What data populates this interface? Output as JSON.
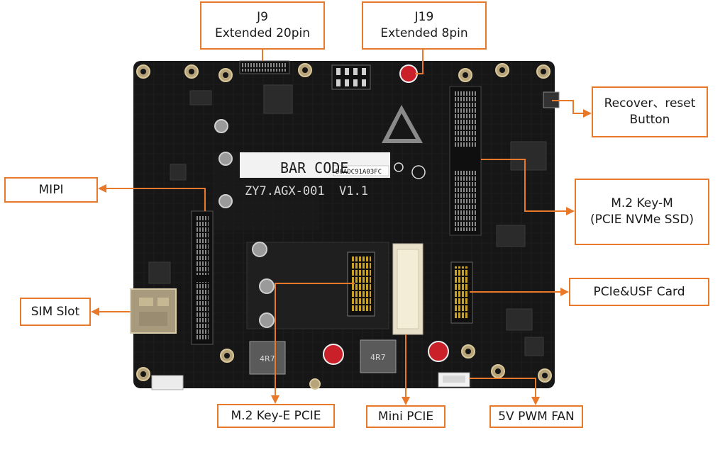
{
  "diagram": {
    "accent_color": "#e8782a",
    "board": {
      "silkscreen_title": "BAR CODE",
      "barcode_id": "D0ADC91A03FC",
      "model": "ZY7.AGX-001  V1.1",
      "inductor_label": "4R7"
    },
    "callouts": {
      "j9": {
        "line1": "J9",
        "line2": "Extended 20pin"
      },
      "j19": {
        "line1": "J19",
        "line2": "Extended 8pin"
      },
      "recover": {
        "line1": "Recover、reset",
        "line2": "Button"
      },
      "mipi": {
        "line1": "MIPI"
      },
      "m2_key_m": {
        "line1": "M.2 Key-M",
        "line2": "(PCIE NVMe SSD)"
      },
      "sim": {
        "line1": "SIM Slot"
      },
      "pcie_usf": {
        "line1": "PCIe&USF Card"
      },
      "m2_key_e": {
        "line1": "M.2 Key-E PCIE"
      },
      "mini_pcie": {
        "line1": "Mini PCIE"
      },
      "fan": {
        "line1": "5V PWM FAN"
      }
    }
  }
}
